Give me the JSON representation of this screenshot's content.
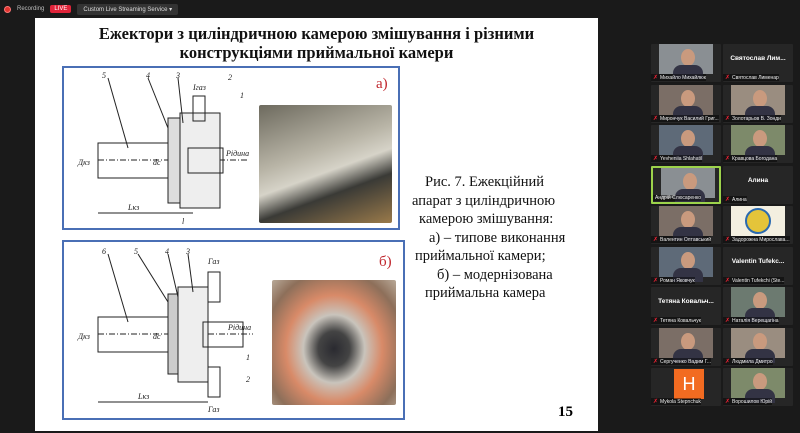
{
  "topbar": {
    "recording": "Recording",
    "live": "LIVE",
    "stream": "Custom Live Streaming Service ▾"
  },
  "slide": {
    "title_line1": "Ежектори з циліндричною камерою змішування і різними",
    "title_line2": "конструкціями приймальної камери",
    "label_a": "а)",
    "label_b": "б)",
    "drawing_a": {
      "parts": [
        "5",
        "4",
        "3",
        "Iгаз",
        "2",
        "1"
      ],
      "side": "Рідина",
      "dims": [
        "Дкз",
        "dc",
        "Lкз",
        "l"
      ]
    },
    "drawing_b": {
      "parts": [
        "6",
        "5",
        "4",
        "3",
        "Газ",
        "Рідина",
        "1",
        "2",
        "Газ"
      ],
      "dims": [
        "Дкз",
        "dc",
        "Lкз"
      ]
    },
    "caption": [
      "Рис. 7. Ежекційний",
      "апарат з циліндричною",
      "камерою змішування:",
      "а) – типове виконання",
      "приймальної камери;",
      "б) –  модернізована",
      "приймальна камера"
    ],
    "page_number": "15",
    "accent": "#4a6fb5"
  },
  "participants": [
    {
      "name": "Михайло Михайлюк",
      "video": true
    },
    {
      "name": "Святослав Лименар",
      "display": "Святослав Лим..."
    },
    {
      "name": "Мирончук Василий Григ...",
      "video": true
    },
    {
      "name": "Золотарьов В. Зонди",
      "video": true
    },
    {
      "name": "Yevheniia Shlahatil",
      "video": true
    },
    {
      "name": "Кравцова Богодана",
      "video": true
    },
    {
      "name": "Андрій Слюсаренко",
      "video": true,
      "active": true
    },
    {
      "name": "Алина",
      "display": "Алина"
    },
    {
      "name": "Валентин Олтавський",
      "video": true
    },
    {
      "name": "Задорожна Мирослава...",
      "logo": true
    },
    {
      "name": "Роман Яковчук",
      "video": true
    },
    {
      "name": "Valentin Tufekchi (Ste...",
      "display": "Valentin Tufekc..."
    },
    {
      "name": "Тетяна Ковальчук",
      "display": "Тетяна Ковальч..."
    },
    {
      "name": "Наталія Верещагіна",
      "video": true
    },
    {
      "name": "Сергученко Вадим Г...",
      "video": true
    },
    {
      "name": "Людмила Дмитро",
      "video": true
    },
    {
      "name": "Mykola Stepnchuk",
      "avatar": "H"
    },
    {
      "name": "Ворошилов Юрій",
      "video": true
    }
  ]
}
